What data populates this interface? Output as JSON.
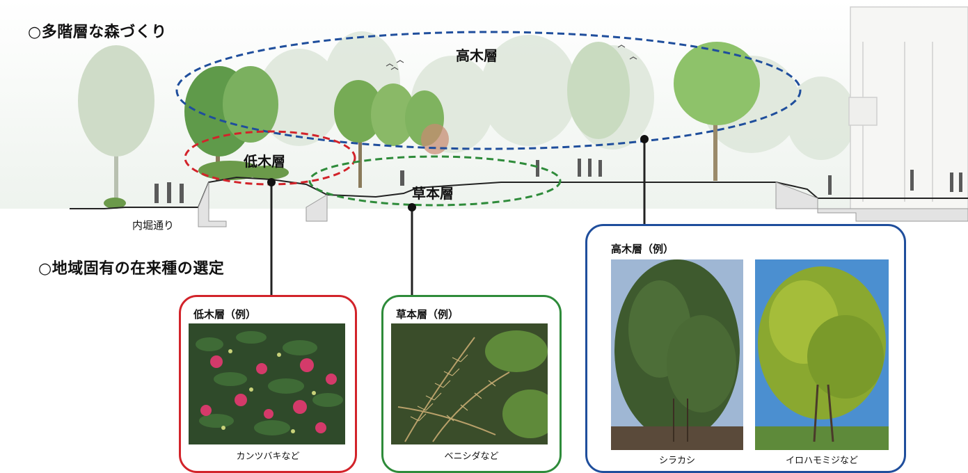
{
  "headings": {
    "forest": "○多階層な森づくり",
    "species": "○地域固有の在来種の選定"
  },
  "layers": {
    "tall": "高木層",
    "low": "低木層",
    "herb": "草本層"
  },
  "road_label": "内堀通り",
  "cards": {
    "low": {
      "title": "低木層（例）",
      "caption": "カンツバキなど"
    },
    "herb": {
      "title": "草本層（例）",
      "caption": "ベニシダなど"
    },
    "tall": {
      "title": "高木層（例）",
      "captions": [
        "シラカシ",
        "イロハモミジなど"
      ]
    }
  },
  "colors": {
    "tall": "#1f4e9c",
    "low": "#d2232a",
    "herb": "#2e8b3a"
  }
}
